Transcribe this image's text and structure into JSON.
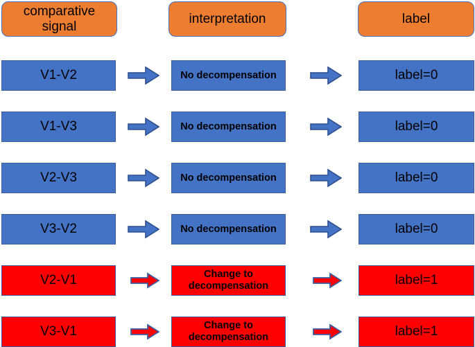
{
  "diagram": {
    "title": "comparative signal to label mapping flow",
    "colors": {
      "header_fill": "#ED7D31",
      "normal_fill": "#4472C4",
      "alert_fill": "#FF0000",
      "border": "#4472C4",
      "text": "#000000"
    },
    "headers": [
      {
        "label": "comparative\nsignal",
        "line1": "comparative",
        "line2": "signal"
      },
      {
        "label": "interpretation",
        "line1": "interpretation",
        "line2": ""
      },
      {
        "label": "label",
        "line1": "label",
        "line2": ""
      }
    ],
    "arrow_icon_name": "right-block-arrow-icon",
    "rows": [
      {
        "signal": "V1-V2",
        "interpretation_line1": "No decompensation",
        "interpretation_line2": "",
        "label": "label=0",
        "state": "normal"
      },
      {
        "signal": "V1-V3",
        "interpretation_line1": "No decompensation",
        "interpretation_line2": "",
        "label": "label=0",
        "state": "normal"
      },
      {
        "signal": "V2-V3",
        "interpretation_line1": "No decompensation",
        "interpretation_line2": "",
        "label": "label=0",
        "state": "normal"
      },
      {
        "signal": "V3-V2",
        "interpretation_line1": "No decompensation",
        "interpretation_line2": "",
        "label": "label=0",
        "state": "normal"
      },
      {
        "signal": "V2-V1",
        "interpretation_line1": "Change to",
        "interpretation_line2": "decompensation",
        "label": "label=1",
        "state": "alert"
      },
      {
        "signal": "V3-V1",
        "interpretation_line1": "Change to",
        "interpretation_line2": "decompensation",
        "label": "label=1",
        "state": "alert"
      }
    ]
  }
}
